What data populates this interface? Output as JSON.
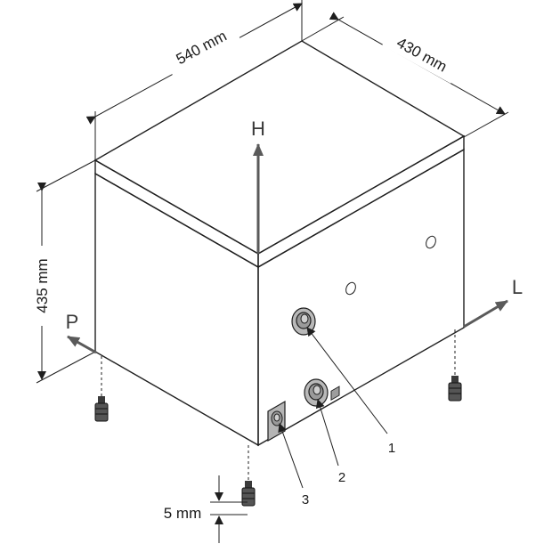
{
  "dimensions": {
    "width": "540 mm",
    "depth": "430 mm",
    "height": "435 mm",
    "gap": "5 mm"
  },
  "axes": {
    "vertical": "H",
    "left": "P",
    "right": "L"
  },
  "callouts": [
    "1",
    "2",
    "3"
  ],
  "colors": {
    "lid": "#7d7d7d",
    "front": "#8e8e8e",
    "side": "#9d9d9d",
    "line": "#1f1f1f",
    "arrow": "#5a5a5a"
  }
}
